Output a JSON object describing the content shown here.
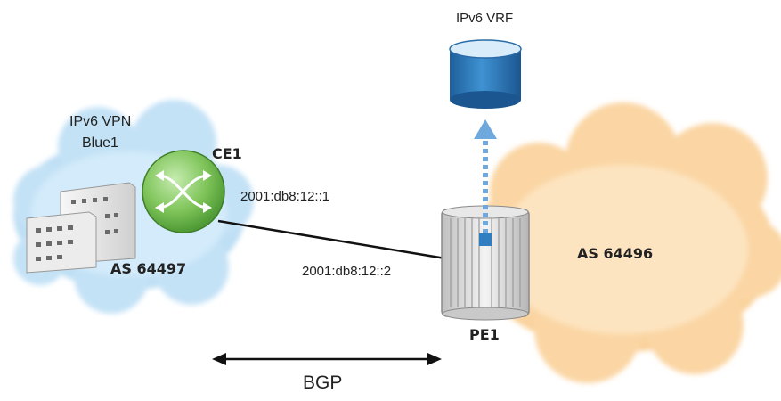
{
  "vpn_cloud": {
    "title_line1": "IPv6 VPN",
    "title_line2": "Blue1",
    "as_label": "AS 64497"
  },
  "provider_cloud": {
    "as_label": "AS 64496"
  },
  "ce": {
    "name": "CE1",
    "address": "2001:db8:12::1"
  },
  "pe": {
    "name": "PE1",
    "address": "2001:db8:12::2"
  },
  "vrf": {
    "label": "IPv6 VRF"
  },
  "protocol": {
    "label": "BGP"
  },
  "colors": {
    "vpn_cloud": "#c9e4f4",
    "provider_cloud": "#fbdcb0",
    "router_green": "#7fc45a",
    "vrf_blue": "#2f7fc0",
    "dotted_arrow": "#6fa8dc"
  },
  "icons": [
    "router-icon",
    "building-icon",
    "pe-router-icon",
    "database-icon"
  ]
}
